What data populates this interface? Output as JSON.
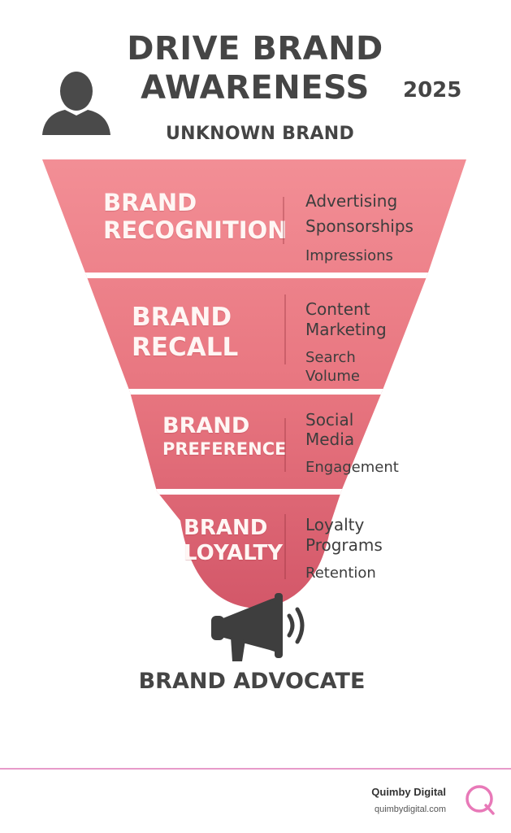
{
  "header": {
    "title_line1": "DRIVE BRAND",
    "title_line2": "AWARENESS",
    "year": "2025",
    "subtitle": "UNKNOWN BRAND",
    "person_icon": "person-silhouette-icon"
  },
  "colors": {
    "text_dark": "#454545",
    "funnel_top": "#f08b92",
    "funnel_bottom": "#d65b6a",
    "footer_line": "#e79ac9",
    "logo": "#e879b8"
  },
  "stages": [
    {
      "title_line1": "BRAND",
      "title_line2": "RECOGNITION",
      "metric1": "Advertising",
      "metric2": "Sponsorships",
      "metric3": "Impressions"
    },
    {
      "title_line1": "BRAND",
      "title_line2": "RECALL",
      "metric1": "Content",
      "metric2": "Marketing",
      "metric3": "Search",
      "metric4": "Volume"
    },
    {
      "title_line1": "BRAND",
      "title_line2": "PREFERENCE",
      "metric1": "Social",
      "metric2": "Media",
      "metric3": "Engagement"
    },
    {
      "title_line1": "BRAND",
      "title_line2": "LOYALTY",
      "metric1": "Loyalty",
      "metric2": "Programs",
      "metric3": "Retention"
    }
  ],
  "bottom": {
    "label": "BRAND ADVOCATE",
    "icon": "megaphone-icon"
  },
  "footer": {
    "company": "Quimby Digital",
    "url": "quimbydigital.com",
    "logo_icon": "q-logo-icon"
  }
}
